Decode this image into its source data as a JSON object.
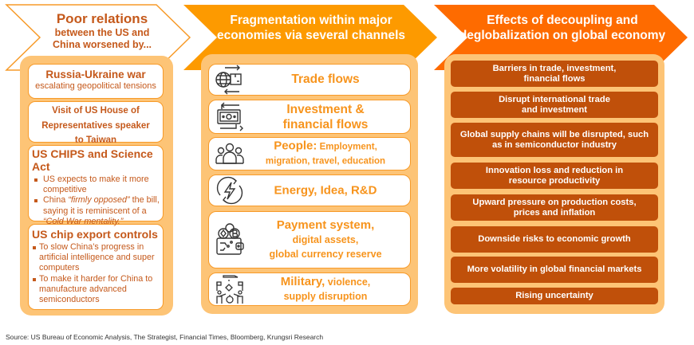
{
  "colors": {
    "outline_orange": "#f79a28",
    "mid_orange": "#fd9a00",
    "deep_orange": "#fe6b00",
    "panel_fill": "#fdc476",
    "effect_box": "#c0500a",
    "brown_text": "#c5591b",
    "channel_text": "#f7941d"
  },
  "stage1": {
    "title": "Poor relations",
    "subtitle_line1": "between the US and",
    "subtitle_line2": "China worsened by...",
    "items": [
      {
        "title": "Russia-Ukraine war",
        "subtitle": "escalating geopolitical tensions"
      },
      {
        "title_line1": "Visit of US House of",
        "title_line2": "Representatives speaker",
        "title_line3": "to Taiwan"
      },
      {
        "title": "US CHIPS and Science Act",
        "bullet1": "US expects to make it more competitive",
        "bullet2_pre": "China ",
        "bullet2_quote": "“firmly opposed”",
        "bullet2_mid": " the bill, saying it is reminiscent of a ",
        "bullet2_quote2": "“Cold War mentality.”"
      },
      {
        "title": "US chip export controls",
        "bullet1": "To slow China’s progress in artificial intelligence and super computers",
        "bullet2": "To make it harder for China to manufacture advanced semiconductors"
      }
    ]
  },
  "stage2": {
    "title_line1": "Fragmentation within major",
    "title_line2": "economies via several channels",
    "channels": [
      {
        "icon": "globe-trade-icon",
        "label": "Trade flows"
      },
      {
        "icon": "money-exchange-icon",
        "label_line1": "Investment &",
        "label_line2": "financial flows"
      },
      {
        "icon": "people-group-icon",
        "label": "People:",
        "detail_line1": " Employment,",
        "detail_line2": "migration, travel, education"
      },
      {
        "icon": "energy-cycle-icon",
        "label": "Energy, Idea, R&D"
      },
      {
        "icon": "crypto-wallet-icon",
        "label": "Payment system,",
        "detail_line1": "digital assets,",
        "detail_line2": "global currency reserve"
      },
      {
        "icon": "military-conflict-icon",
        "label": "Military,",
        "detail_line1": " violence,",
        "detail_line2": "supply disruption"
      }
    ]
  },
  "stage3": {
    "title_line1": "Effects of decoupling and",
    "title_line2": "deglobalization on global economy",
    "effects": [
      {
        "line1": "Barriers in trade, investment,",
        "line2": "financial flows"
      },
      {
        "line1": "Disrupt international trade",
        "line2": "and investment"
      },
      {
        "line1": "Global supply chains will be disrupted, such",
        "line2": "as in semiconductor industry"
      },
      {
        "line1": "Innovation loss and reduction in",
        "line2": "resource productivity"
      },
      {
        "line1": "Upward pressure on production costs,",
        "line2": "prices and inflation"
      },
      {
        "line1": "Downside risks to economic growth"
      },
      {
        "line1": "More volatility in global financial markets"
      },
      {
        "line1": "Rising uncertainty"
      }
    ]
  },
  "source": "Source: US Bureau of Economic Analysis, The Strategist, Financial Times, Bloomberg, Krungsri Research"
}
